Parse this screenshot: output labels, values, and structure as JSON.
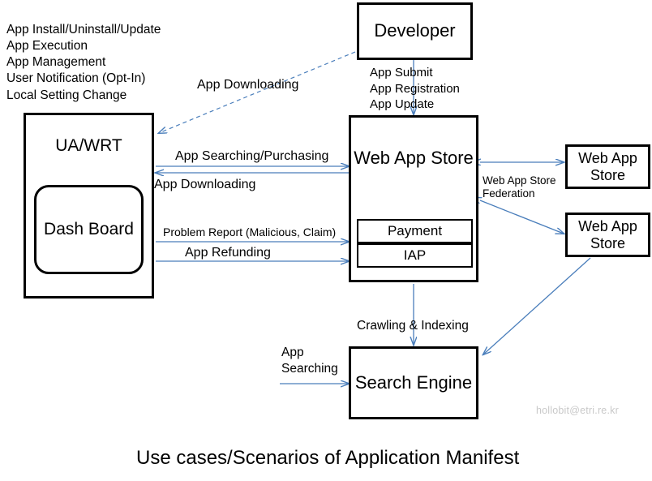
{
  "diagram": {
    "title": "Use cases/Scenarios of Application Manifest",
    "watermark": "hollobit@etri.re.kr",
    "nodes": {
      "ua_wrt": "UA/WRT",
      "dash_board": "Dash\nBoard",
      "developer": "Developer",
      "web_app_store": "Web App\nStore",
      "payment": "Payment",
      "iap": "IAP",
      "federated_store_1": "Web App\nStore",
      "federated_store_2": "Web App\nStore",
      "search_engine": "Search\nEngine"
    },
    "annotations": {
      "client_capabilities": "App Install/Uninstall/Update\nApp Execution\nApp Management\nUser Notification (Opt-In)\nLocal Setting Change",
      "app_downloading_developer": "App Downloading",
      "developer_to_store": "App Submit\nApp Registration\nApp Update",
      "app_searching_purchasing": "App Searching/Purchasing",
      "app_downloading_store": "App Downloading",
      "problem_report": "Problem  Report (Malicious,  Claim)",
      "app_refunding": "App Refunding",
      "federation": "Web App  Store\nFederation",
      "crawling_indexing": "Crawling & Indexing",
      "app_searching": "App\nSearching"
    },
    "colors": {
      "arrow": "#4a7ebb",
      "box_border": "#000000",
      "text": "#000000",
      "watermark": "#c9c9c9",
      "background": "#ffffff"
    }
  }
}
